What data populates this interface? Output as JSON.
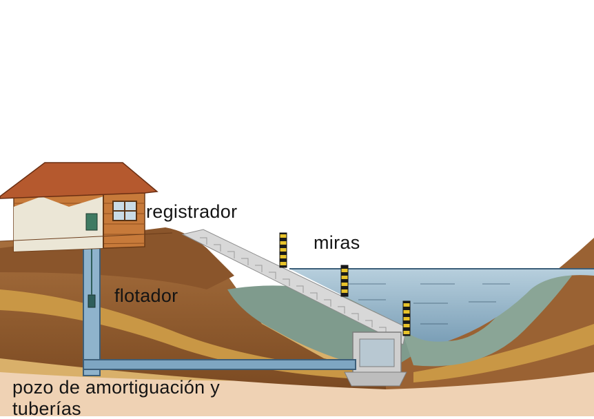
{
  "labels": {
    "registrador": "registrador",
    "miras": "miras",
    "flotador": "flotador",
    "pozo": "pozo de amortiguación y",
    "tuberias": "tuberías"
  },
  "colors": {
    "background": "#ffffff",
    "roof": "#b5592e",
    "house_wall": "#c77a3a",
    "soil_top": "#a8703e",
    "soil_mid": "#8c5a2e",
    "soil_light": "#d9a95c",
    "rock": "#7f9b8d",
    "water": "#8fb1c6",
    "pipe": "#7ea6c2",
    "concrete": "#cfcfcf",
    "gauge_yellow": "#e8c32a",
    "gauge_black": "#1a1a1a"
  }
}
